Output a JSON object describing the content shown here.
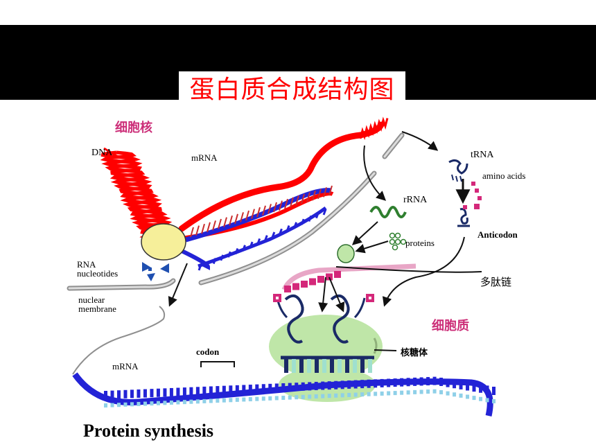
{
  "title": "蛋白质合成结构图",
  "colors": {
    "title_text": "#ff0000",
    "dna_red": "#ff0000",
    "mrna_blue": "#2323d6",
    "ribosome_green": "#bfe6a8",
    "nucleus_label": "#cc2e78",
    "trna_navy": "#1a2a66",
    "amino_pink": "#d4287a",
    "rrna_green": "#2f7f2f"
  },
  "labels": {
    "nucleus": "细胞核",
    "dna": "DNA",
    "mrna_top": "mRNA",
    "rna_nucleotides_line1": "RNA",
    "rna_nucleotides_line2": "nucleotides",
    "nuclear_membrane_line1": "nuclear",
    "nuclear_membrane_line2": "membrane",
    "trna": "tRNA",
    "amino_acids": "amino acids",
    "rrna": "rRNA",
    "proteins": "proteins",
    "anticodon": "Anticodon",
    "polypeptide": "多肽链",
    "cytoplasm": "细胞质",
    "ribosome": "核糖体",
    "codon": "codon",
    "mrna_bottom": "mRNA",
    "caption": "Protein synthesis"
  }
}
